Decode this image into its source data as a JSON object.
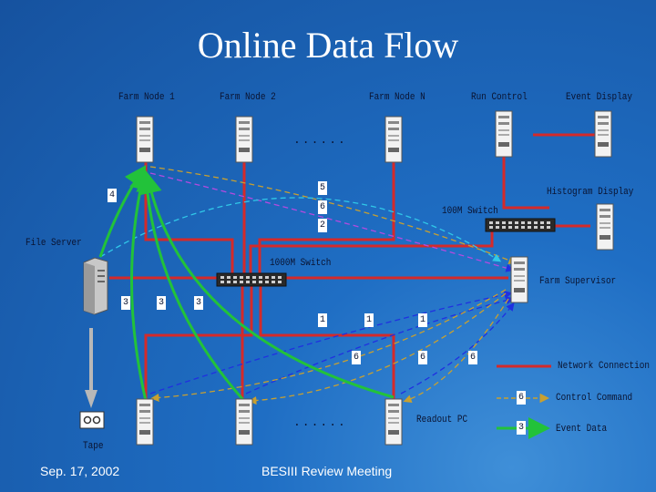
{
  "title": "Online Data Flow",
  "nodes": {
    "farm1": "Farm Node 1",
    "farm2": "Farm Node 2",
    "farmN": "Farm Node N",
    "run_control": "Run Control",
    "event_display": "Event Display",
    "histogram_display": "Histogram Display",
    "switch_100m": "100M Switch",
    "switch_1000m": "1000M Switch",
    "file_server": "File Server",
    "farm_supervisor": "Farm Supervisor",
    "readout_pc": "Readout PC",
    "tape": "Tape"
  },
  "ellipsis": "......",
  "flow_numbers": {
    "n4": "4",
    "n5": "5",
    "n6a": "6",
    "n2": "2",
    "n3a": "3",
    "n3b": "3",
    "n3c": "3",
    "n1a": "1",
    "n1b": "1",
    "n1c": "1",
    "n6b": "6",
    "n6c": "6",
    "n6d": "6"
  },
  "legend": {
    "network": "Network Connection",
    "control_num": "6",
    "control": "Control Command",
    "event_num": "3",
    "event": "Event Data"
  },
  "colors": {
    "network": "#d42a2a",
    "event_data": "#22c23a",
    "control": "#c8a030"
  },
  "footer": {
    "date": "Sep. 17, 2002",
    "meeting": "BESIII Review Meeting"
  }
}
